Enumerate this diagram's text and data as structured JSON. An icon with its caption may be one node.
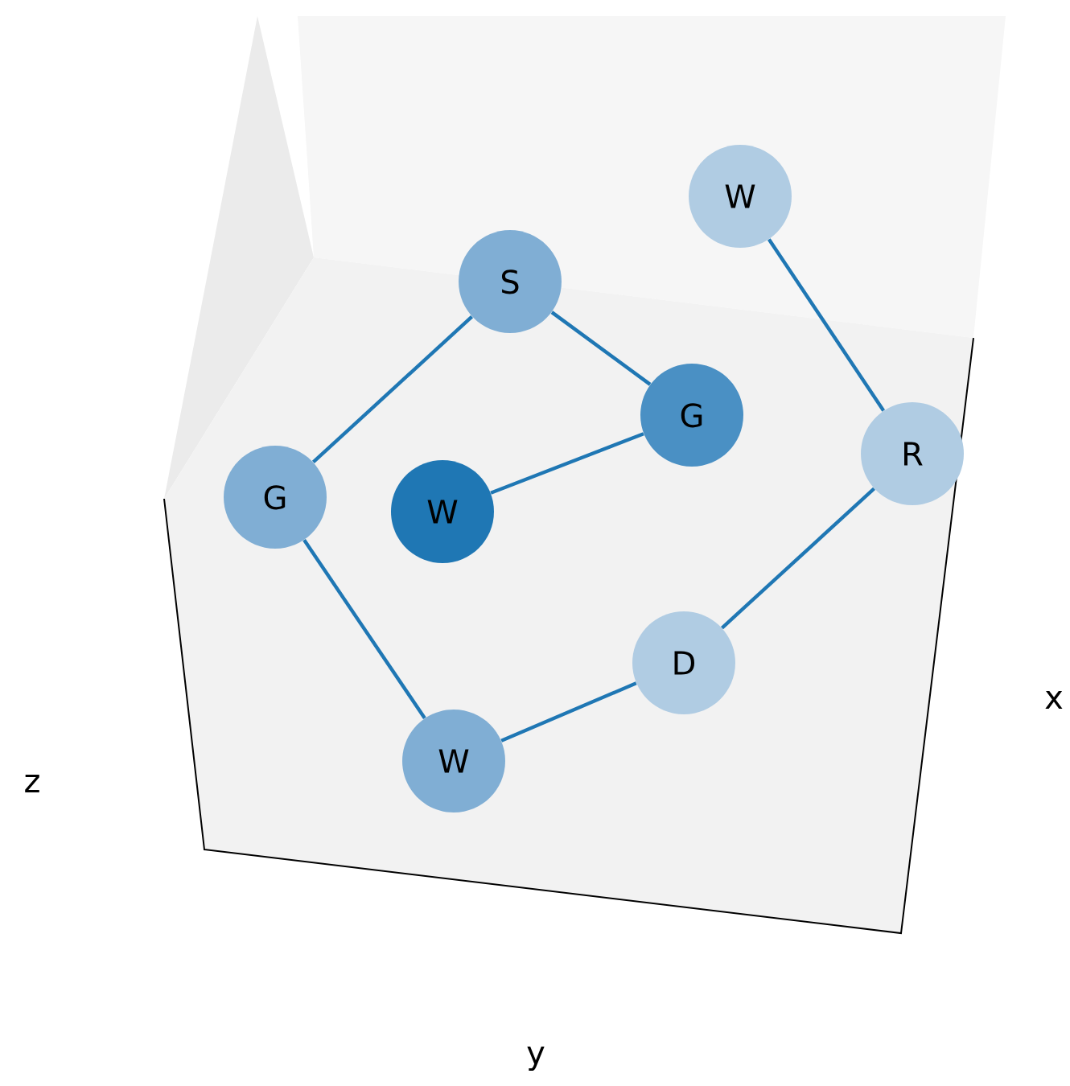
{
  "diagram": {
    "nodes": [
      {
        "text": [
          "W"
        ]
      },
      {
        "text": [
          "S"
        ]
      },
      {
        "text": [
          "G"
        ]
      },
      {
        "text": [
          "G"
        ]
      },
      {
        "text": [
          "W"
        ]
      },
      {
        "text": [
          "R"
        ]
      },
      {
        "text": [
          "D"
        ]
      },
      {
        "text": [
          "W"
        ]
      }
    ],
    "edges": [
      {
        "from": 0,
        "to": 5,
        "arrow": "none"
      },
      {
        "from": 5,
        "to": 6,
        "arrow": "none"
      },
      {
        "from": 6,
        "to": 7,
        "arrow": "none"
      },
      {
        "from": 7,
        "to": 3,
        "arrow": "none"
      },
      {
        "from": 3,
        "to": 1,
        "arrow": "none"
      },
      {
        "from": 1,
        "to": 2,
        "arrow": "none"
      },
      {
        "from": 2,
        "to": 4,
        "arrow": "none"
      }
    ],
    "labels": [
      "x",
      "z",
      "y"
    ]
  }
}
